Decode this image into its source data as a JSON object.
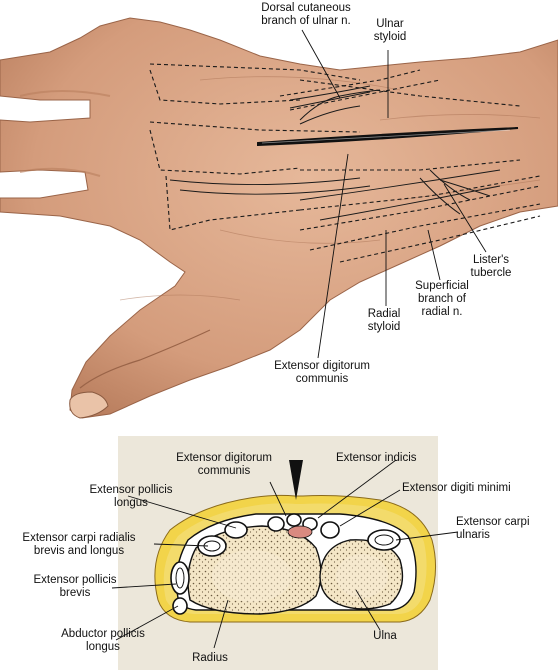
{
  "labels": {
    "dorsal_cutaneous": [
      "Dorsal cutaneous",
      "branch of ulnar n."
    ],
    "ulnar_styloid": [
      "Ulnar",
      "styloid"
    ],
    "listers_tubercle": [
      "Lister's",
      "tubercle"
    ],
    "superficial_radial": [
      "Superficial",
      "branch of",
      "radial n."
    ],
    "radial_styloid": [
      "Radial",
      "styloid"
    ],
    "edc_top": [
      "Extensor digitorum",
      "communis"
    ],
    "edc_section": [
      "Extensor digitorum",
      "communis"
    ],
    "extensor_indicis": [
      "Extensor indicis"
    ],
    "extensor_digiti_minimi": [
      "Extensor digiti minimi"
    ],
    "extensor_pollicis_longus": [
      "Extensor pollicis",
      "longus"
    ],
    "ecrb_longus": [
      "Extensor carpi radialis",
      "brevis and longus"
    ],
    "extensor_carpi_ulnaris": [
      "Extensor carpi",
      "ulnaris"
    ],
    "extensor_pollicis_brevis": [
      "Extensor pollicis",
      "brevis"
    ],
    "abductor_pollicis_longus": [
      "Abductor pollicis",
      "longus"
    ],
    "ulna": [
      "Ulna"
    ],
    "radius": [
      "Radius"
    ]
  },
  "colors": {
    "skin": "#d9a787",
    "skin_shadow": "#b97e5e",
    "skin_light": "#eac3a8",
    "fat": "#f2d44a",
    "bone": "#f4e6c6",
    "bone_dots": "#6b5a40",
    "tendon": "#ffffff",
    "outline": "#111111",
    "section_bg": "#ece7da",
    "tendon_red": "#d98a80"
  }
}
